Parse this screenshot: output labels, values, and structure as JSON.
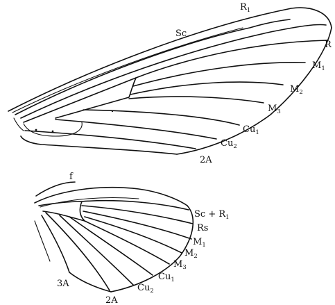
{
  "forewing": {
    "labels": {
      "sc": "Sc",
      "r1": "R",
      "r1_sub": "1",
      "rs": "R",
      "m1": "M",
      "m1_sub": "1",
      "m2": "M",
      "m2_sub": "2",
      "m3": "M",
      "m3_sub": "3",
      "cu1": "Cu",
      "cu1_sub": "1",
      "cu2": "Cu",
      "cu2_sub": "2",
      "a2": "2A"
    }
  },
  "hindwing": {
    "labels": {
      "f": "f",
      "scr1": "Sc + R",
      "scr1_sub": "1",
      "rs": "Rs",
      "m1": "M",
      "m1_sub": "1",
      "m2": "M",
      "m2_sub": "2",
      "m3": "M",
      "m3_sub": "3",
      "cu1": "Cu",
      "cu1_sub": "1",
      "cu2": "Cu",
      "cu2_sub": "2",
      "a3": "3A",
      "a2": "2A"
    }
  }
}
